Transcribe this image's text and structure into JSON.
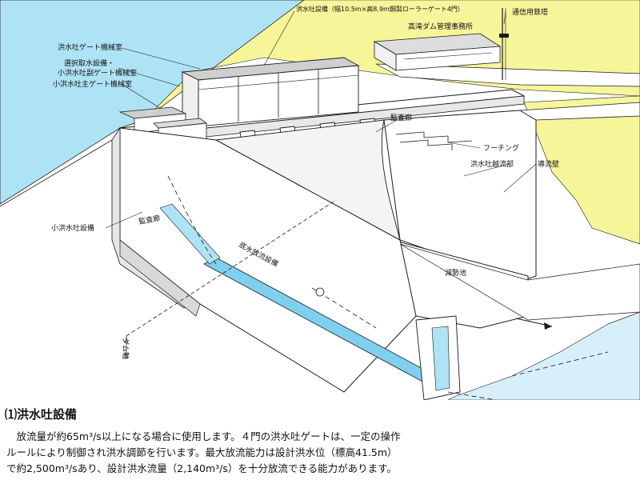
{
  "diagram": {
    "labels": {
      "spillway_facility": "洪水吐設備（幅10.5m×高8.9m鋼製ローラーゲート4門）",
      "comm_tower": "通信用鉄塔",
      "management_office": "高滝ダム管理事務所",
      "spillway_gate_machine_room": "洪水吐ゲート機械室",
      "selective_intake_line1": "選択取水設備・",
      "selective_intake_line2": "小洪水吐副ゲート機械室",
      "small_spillway_main_gate_room": "小洪水吐主ゲート機械室",
      "inspection_gallery_right": "監査廊",
      "footing": "フーチング",
      "spillway_overflow": "洪水吐越流部",
      "guide_wall": "導流壁",
      "small_spillway": "小洪水吐設備",
      "inspection_gallery_left": "監査廊",
      "bottom_outlet": "底水放流設備",
      "stilling_basin": "減勢池",
      "dam_axis": "ダム軸"
    },
    "colors": {
      "water": "#aee3f5",
      "channel": "#7fd0ee",
      "land": "#f6f59a",
      "concrete": "#ffffff",
      "line": "#1a1a1a"
    }
  },
  "section": {
    "heading": "⑴洪水吐設備",
    "body_lines": [
      "　放流量が約65m³/s以上になる場合に使用します。４門の洪水吐ゲートは、一定の操作",
      "ルールにより制御され洪水調節を行います。最大放流能力は設計洪水位（標高41.5m）",
      "で約2,500m³/sあり、設計洪水流量（2,140m³/s）を十分放流できる能力があります。"
    ]
  }
}
